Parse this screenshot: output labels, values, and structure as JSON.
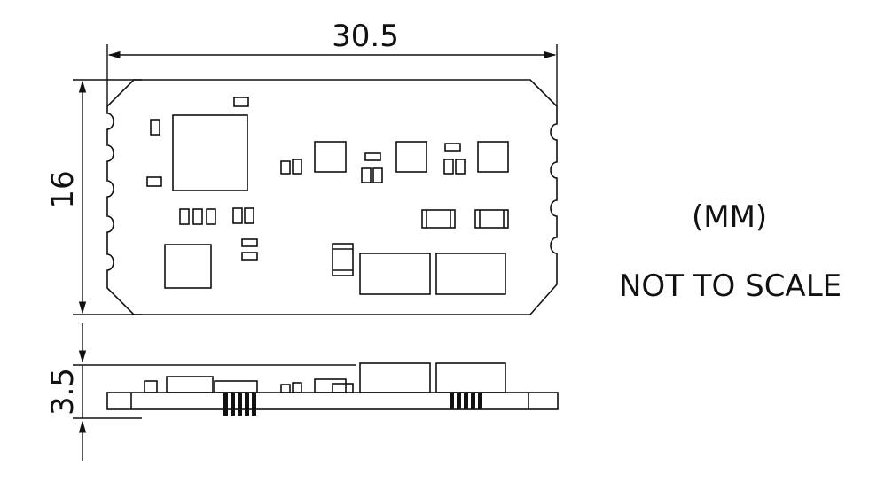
{
  "dimensions": {
    "width": "30.5",
    "height": "16",
    "thickness": "3.5"
  },
  "notes": {
    "units": "(MM)",
    "scale": "NOT TO SCALE"
  },
  "colors": {
    "line": "#111111",
    "background": "#ffffff"
  }
}
